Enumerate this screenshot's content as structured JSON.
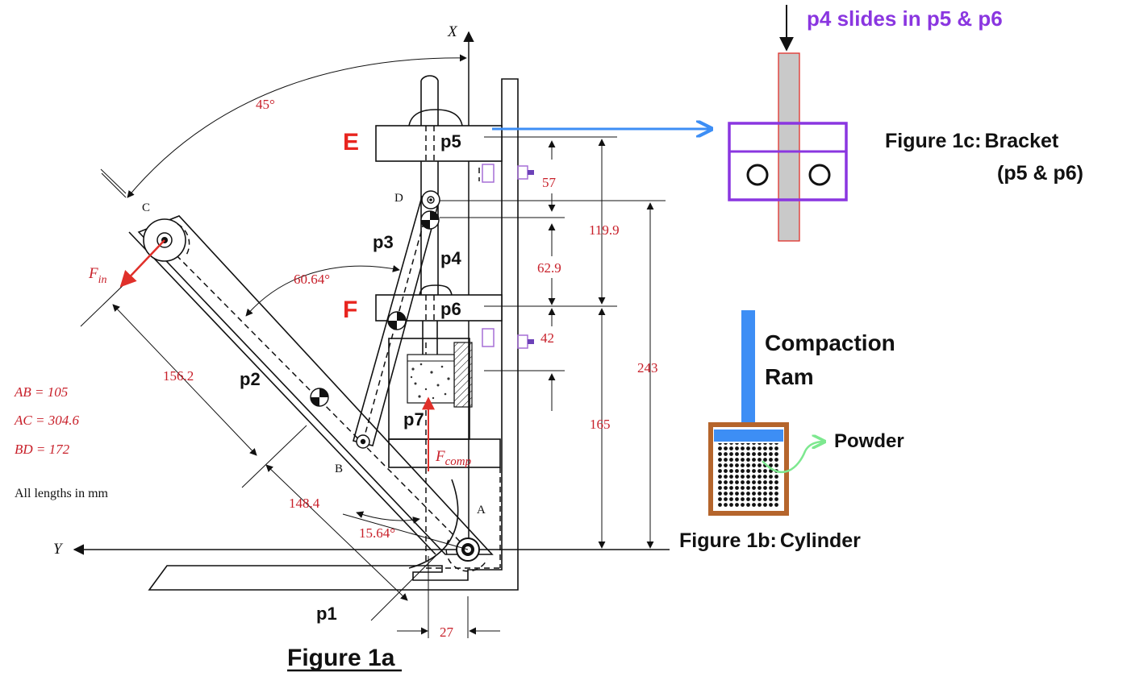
{
  "figure_a": {
    "title": "Figure 1a",
    "axis_x": "X",
    "axis_y": "Y",
    "angle_top": "45°",
    "angle_mid": "60.64°",
    "angle_low": "15.64°",
    "point_c": "C",
    "point_d": "D",
    "point_b": "B",
    "point_a": "A",
    "label_e": "E",
    "label_f": "F",
    "parts": {
      "p1": "p1",
      "p2": "p2",
      "p3": "p3",
      "p4": "p4",
      "p5": "p5",
      "p6": "p6",
      "p7": "p7"
    },
    "force_in_main": "F",
    "force_in_sub": "in",
    "force_comp_main": "F",
    "force_comp_sub": "comp",
    "dims": {
      "d156": "156.2",
      "d148": "148.4",
      "d57": "57",
      "d42": "42",
      "d119": "119.9",
      "d62": "62.9",
      "d243": "243",
      "d165": "165",
      "d27": "27"
    },
    "lengths": {
      "ab": "AB = 105",
      "ac": "AC = 304.6",
      "bd": "BD = 172",
      "note": "All lengths in mm"
    }
  },
  "figure_b": {
    "ram_label_1": "Compaction",
    "ram_label_2": "Ram",
    "powder_label": "Powder",
    "caption_bold": "Figure 1b:",
    "caption_rest": "Cylinder"
  },
  "figure_c": {
    "note": "p4 slides in p5 & p6",
    "caption_bold": "Figure 1c:",
    "caption_rest": "Bracket",
    "caption_line2": "(p5 & p6)"
  },
  "colors": {
    "dimension_red": "#c8202a",
    "label_red": "#e8251f",
    "purple": "#8a36e0",
    "blue": "#3d8ef5",
    "copper": "#b5652c",
    "green_arrow": "#7de88f"
  }
}
